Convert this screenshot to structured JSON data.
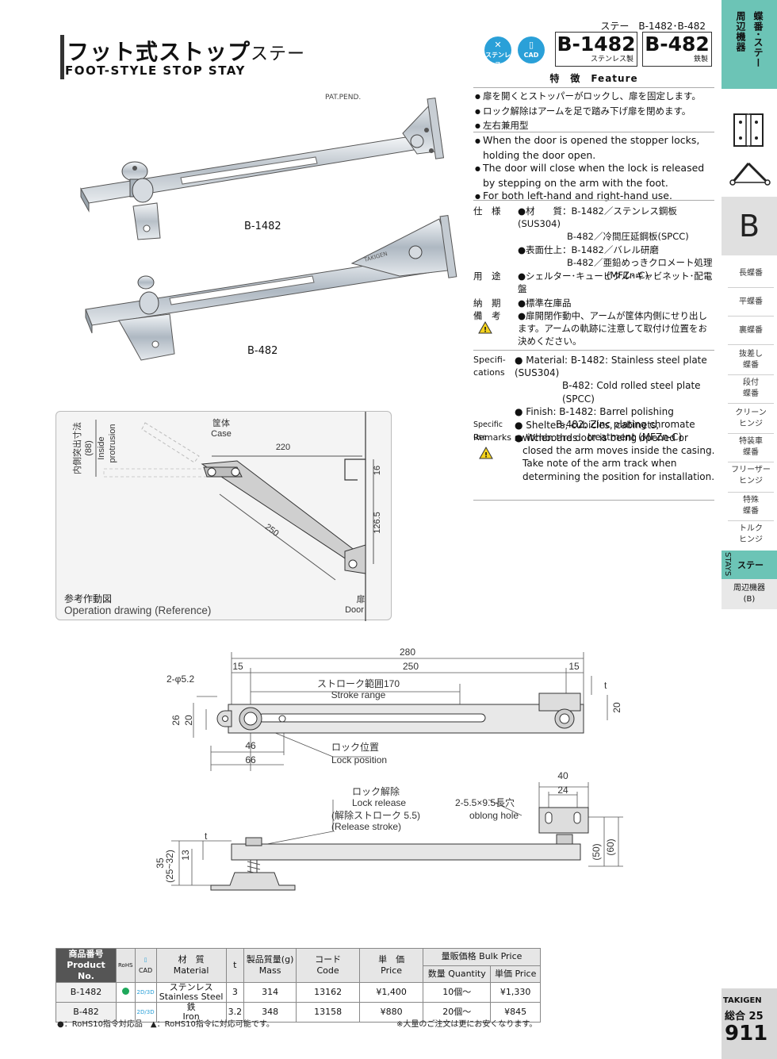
{
  "header": {
    "breadcrumb": "ステー　B-1482･B-482",
    "title_main": "フット式ストップ",
    "title_sub": "ステー",
    "title_en": "FOOT-STYLE STOP STAY",
    "badge_stainless": "ステンレス",
    "badge_cad": "CAD",
    "models": [
      {
        "code": "B-1482",
        "type": "ステンレス製"
      },
      {
        "code": "B-482",
        "type": "鉄製"
      }
    ]
  },
  "side_tabs": {
    "category_line1": "蝶番･ステー",
    "category_line2": "周辺機器",
    "section_letter": "B",
    "items": [
      "長蝶番",
      "平蝶番",
      "裏蝶番",
      "抜差し\n蝶番",
      "段付\n蝶番",
      "クリーン\nヒンジ",
      "特装車\n蝶番",
      "フリーザー\nヒンジ",
      "特殊\n蝶番",
      "トルク\nヒンジ"
    ],
    "active_en": "STAYS",
    "active_jp": "ステー",
    "sub_item": "周辺機器\n(B)",
    "brand": "TAKIGEN",
    "catalog": "総合 25",
    "page": "911"
  },
  "feature": {
    "heading": "特　徴　Feature",
    "jp": [
      "扉を開くとストッパーがロックし、扉を固定します。",
      "ロック解除はアームを足で踏み下げ扉を閉めます。",
      "左右兼用型"
    ],
    "en": [
      "When the door is opened the stopper locks, holding the door open.",
      "The door will close when the lock is released by stepping on the arm with the foot.",
      "For both left-hand and right-hand use."
    ]
  },
  "spec_jp": {
    "label_spec": "仕　様",
    "material_label": "●材　　質：",
    "material_1": "B-1482／ステンレス鋼板(SUS304)",
    "material_2": "B-482／冷間圧延鋼板(SPCC)",
    "finish_label": "●表面仕上：",
    "finish_1": "B-1482／バレル研磨",
    "finish_2": "B-482／亜鉛めっきクロメート処理",
    "finish_3": "(MFZn-C)",
    "label_use": "用　途",
    "use": "●シェルター･キュービクル･キャビネット･配電盤",
    "label_stock": "納　期",
    "stock": "●標準在庫品",
    "label_remarks": "備　考",
    "remarks": "●扉開閉作動中、アームが筐体内側にせり出します。アームの軌跡に注意して取付け位置をお決めください。"
  },
  "spec_en": {
    "label_spec": "Specifi-\ncations",
    "material_1": "● Material: B-1482: Stainless steel plate (SUS304)",
    "material_2": "B-482: Cold rolled steel plate (SPCC)",
    "finish_1": "● Finish: B-1482: Barrel polishing",
    "finish_2": "B-482: Zinc plating chromate",
    "finish_3": "treatment (MFZn-C)",
    "label_use": "Specific use",
    "use": "● Shelters, cubicles, cabinets, switchboards",
    "label_remarks": "Remarks",
    "remarks": "● When the door is being opened or closed the arm moves inside the casing. Take note of the arm track when determining the position for installation."
  },
  "products": {
    "pat": "PAT.PEND.",
    "label_1": "B-1482",
    "label_2": "B-482",
    "engraving": "TAKIGEN"
  },
  "operation": {
    "title_jp": "参考作動図",
    "title_en": "Operation drawing (Reference)",
    "case_jp": "筐体",
    "case_en": "Case",
    "door_jp": "扉",
    "door_en": "Door",
    "inside_jp": "内側突出寸法",
    "inside_val": "(88)",
    "inside_en1": "Inside",
    "inside_en2": "protrusion",
    "d220": "220",
    "d16": "16",
    "d250": "250",
    "d126": "126.5"
  },
  "drawing_top": {
    "d280": "280",
    "d15a": "15",
    "d250": "250",
    "d15b": "15",
    "hole": "2-φ5.2",
    "stroke_jp": "ストローク範囲170",
    "stroke_en": "Stroke range",
    "d26": "26",
    "d20": "20",
    "d20r": "20",
    "t": "t",
    "d46": "46",
    "d66": "66",
    "lock_jp": "ロック位置",
    "lock_en": "Lock position"
  },
  "drawing_side": {
    "release_jp": "ロック解除",
    "release_en": "Lock release",
    "rstroke_jp": "(解除ストローク 5.5)",
    "rstroke_en": "(Release stroke)",
    "slot_jp": "2-5.5×9.5長穴",
    "slot_en": "oblong hole",
    "d40": "40",
    "d24": "24",
    "d35": "35",
    "d2532": "(25~32)",
    "d13": "13",
    "d50": "(50)",
    "d60": "(60)",
    "t": "t"
  },
  "table": {
    "h_product_jp": "商品番号",
    "h_product_en": "Product No.",
    "h_rohs": "RoHS",
    "h_cad": "CAD",
    "h_material_jp": "材　質",
    "h_material_en": "Material",
    "h_t": "t",
    "h_mass_jp": "製品質量(g)",
    "h_mass_en": "Mass",
    "h_code_jp": "コード",
    "h_code_en": "Code",
    "h_price_jp": "単　価",
    "h_price_en": "Price",
    "h_bulk": "量販価格 Bulk Price",
    "h_qty": "数量 Quantity",
    "h_unit": "単価 Price",
    "rows": [
      {
        "no": "B-1482",
        "cad": "2D/3D",
        "mat_jp": "ステンレス",
        "mat_en": "Stainless Steel",
        "t": "3",
        "mass": "314",
        "code": "13162",
        "price": "¥1,400",
        "qty": "10個～",
        "unit": "¥1,330"
      },
      {
        "no": "B-482",
        "cad": "2D/3D",
        "mat_jp": "鉄",
        "mat_en": "Iron",
        "t": "3.2",
        "mass": "348",
        "code": "13158",
        "price": "¥880",
        "qty": "20個～",
        "unit": "¥845"
      }
    ],
    "note_1": "●：RoHS10指令対応品　▲：RoHS10指令に対応可能です。",
    "note_2": "※大量のご注文は更にお安くなります。"
  },
  "colors": {
    "accent": "#6cc4b6",
    "badge": "#2aa0d8",
    "rohs_ok": "#1ea85b"
  }
}
